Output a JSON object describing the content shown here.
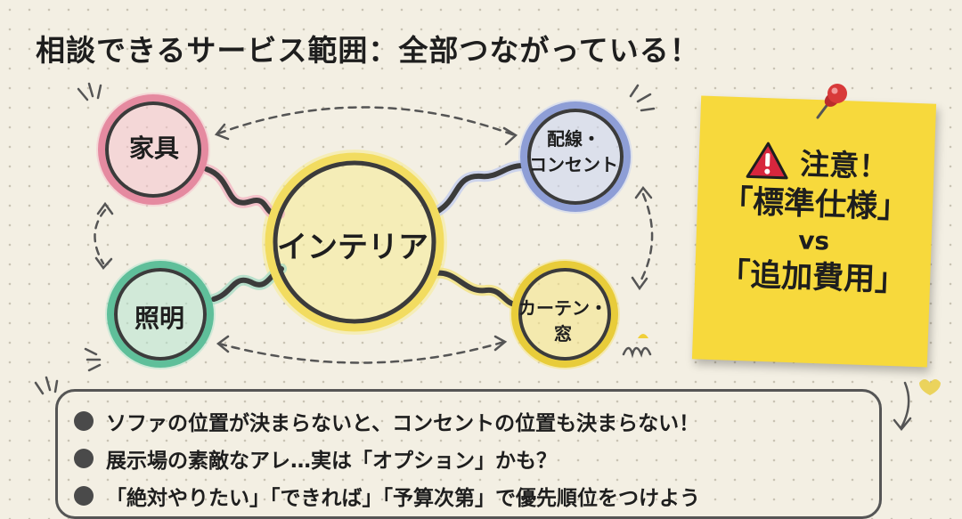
{
  "title": "相談できるサービス範囲：全部つながっている！",
  "colors": {
    "furniture": "#e58aa0",
    "lighting": "#5fbf9a",
    "interior": "#f2dc60",
    "wiring": "#8e9ed6",
    "curtain": "#e8cc3a",
    "note": "#f7d93c",
    "warning": "#d7263d",
    "pin": "#d83a3a"
  },
  "diagram": {
    "nodes": {
      "furniture": "家具",
      "lighting": "照明",
      "interior": "インテリア",
      "wiring_line1": "配線・",
      "wiring_line2": "コンセント",
      "curtain_line1": "カーテン・",
      "curtain_line2": "窓"
    }
  },
  "note": {
    "icon": "warning-icon",
    "heading": "注意！",
    "line1": "「標準仕様」",
    "vs": "vs",
    "line2": "「追加費用」"
  },
  "tips": [
    "ソファの位置が決まらないと、コンセントの位置も決まらない！",
    "展示場の素敵なアレ…実は「オプション」かも？",
    "「絶対やりたい」「できれば」「予算次第」で優先順位をつけよう"
  ]
}
